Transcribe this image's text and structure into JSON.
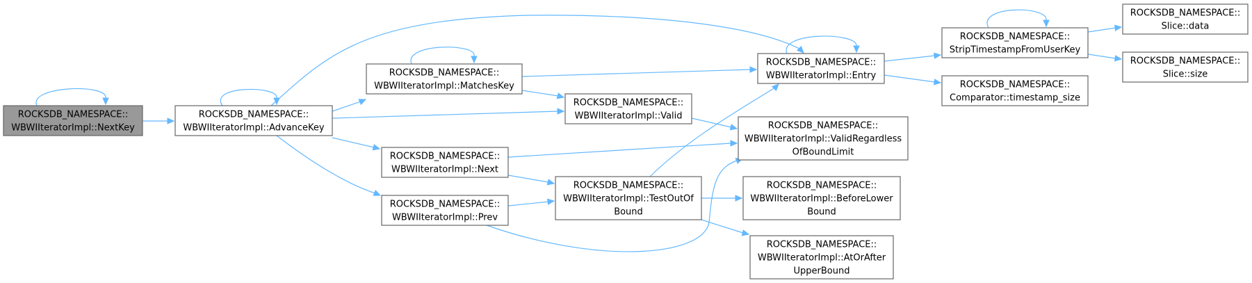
{
  "diagram": {
    "nodes": [
      {
        "id": "nextkey",
        "lines": [
          "ROCKSDB_NAMESPACE::",
          "WBWIIteratorImpl::NextKey"
        ],
        "root": true
      },
      {
        "id": "advancekey",
        "lines": [
          "ROCKSDB_NAMESPACE::",
          "WBWIIteratorImpl::AdvanceKey"
        ]
      },
      {
        "id": "matcheskey",
        "lines": [
          "ROCKSDB_NAMESPACE::",
          "WBWIIteratorImpl::MatchesKey"
        ]
      },
      {
        "id": "next",
        "lines": [
          "ROCKSDB_NAMESPACE::",
          "WBWIIteratorImpl::Next"
        ]
      },
      {
        "id": "prev",
        "lines": [
          "ROCKSDB_NAMESPACE::",
          "WBWIIteratorImpl::Prev"
        ]
      },
      {
        "id": "valid",
        "lines": [
          "ROCKSDB_NAMESPACE::",
          "WBWIIteratorImpl::Valid"
        ]
      },
      {
        "id": "testoutofbound",
        "lines": [
          "ROCKSDB_NAMESPACE::",
          "WBWIIteratorImpl::TestOutOf",
          "Bound"
        ]
      },
      {
        "id": "entry",
        "lines": [
          "ROCKSDB_NAMESPACE::",
          "WBWIIteratorImpl::Entry"
        ]
      },
      {
        "id": "validregardless",
        "lines": [
          "ROCKSDB_NAMESPACE::",
          "WBWIIteratorImpl::ValidRegardless",
          "OfBoundLimit"
        ]
      },
      {
        "id": "beforelower",
        "lines": [
          "ROCKSDB_NAMESPACE::",
          "WBWIIteratorImpl::BeforeLower",
          "Bound"
        ]
      },
      {
        "id": "atorafter",
        "lines": [
          "ROCKSDB_NAMESPACE::",
          "WBWIIteratorImpl::AtOrAfter",
          "UpperBound"
        ]
      },
      {
        "id": "striptimestamp",
        "lines": [
          "ROCKSDB_NAMESPACE::",
          "StripTimestampFromUserKey"
        ]
      },
      {
        "id": "timestampsize",
        "lines": [
          "ROCKSDB_NAMESPACE::",
          "Comparator::timestamp_size"
        ]
      },
      {
        "id": "slicedata",
        "lines": [
          "ROCKSDB_NAMESPACE::",
          "Slice::data"
        ]
      },
      {
        "id": "slicesize",
        "lines": [
          "ROCKSDB_NAMESPACE::",
          "Slice::size"
        ]
      }
    ],
    "edges": [
      {
        "from": "nextkey",
        "to": "nextkey"
      },
      {
        "from": "nextkey",
        "to": "advancekey"
      },
      {
        "from": "advancekey",
        "to": "advancekey"
      },
      {
        "from": "advancekey",
        "to": "entry"
      },
      {
        "from": "advancekey",
        "to": "matcheskey"
      },
      {
        "from": "advancekey",
        "to": "valid"
      },
      {
        "from": "advancekey",
        "to": "next"
      },
      {
        "from": "advancekey",
        "to": "prev"
      },
      {
        "from": "matcheskey",
        "to": "matcheskey"
      },
      {
        "from": "matcheskey",
        "to": "entry"
      },
      {
        "from": "matcheskey",
        "to": "valid"
      },
      {
        "from": "valid",
        "to": "validregardless"
      },
      {
        "from": "next",
        "to": "validregardless"
      },
      {
        "from": "next",
        "to": "testoutofbound"
      },
      {
        "from": "prev",
        "to": "testoutofbound"
      },
      {
        "from": "prev",
        "to": "validregardless"
      },
      {
        "from": "testoutofbound",
        "to": "entry"
      },
      {
        "from": "testoutofbound",
        "to": "beforelower"
      },
      {
        "from": "testoutofbound",
        "to": "atorafter"
      },
      {
        "from": "entry",
        "to": "entry"
      },
      {
        "from": "entry",
        "to": "striptimestamp"
      },
      {
        "from": "entry",
        "to": "timestampsize"
      },
      {
        "from": "striptimestamp",
        "to": "striptimestamp"
      },
      {
        "from": "striptimestamp",
        "to": "slicedata"
      },
      {
        "from": "striptimestamp",
        "to": "slicesize"
      }
    ]
  },
  "colors": {
    "edge": "#63b8ff",
    "node_border": "#666666",
    "node_fill": "#ffffff",
    "root_fill": "#999999"
  }
}
